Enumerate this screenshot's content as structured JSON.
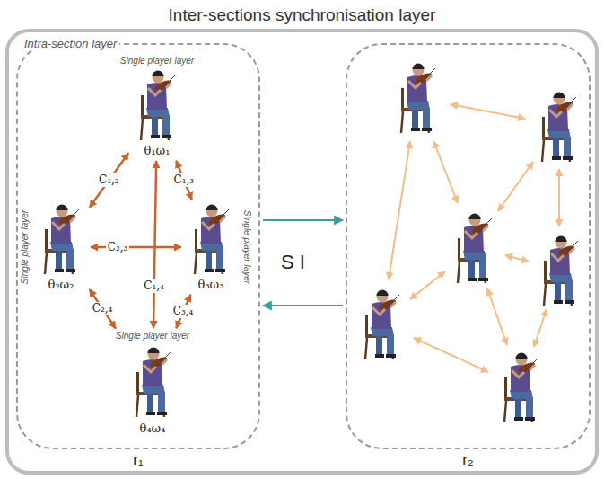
{
  "diagram": {
    "nodes": [
      {
        "text": [
          "Inter-sections synchronisation layer"
        ]
      },
      {
        "text": [
          "Intra-section layer",
          "r₁"
        ],
        "in": 0
      },
      {
        "text": [
          "r₂"
        ],
        "in": 0
      },
      {
        "text": [
          "Single player layer",
          "θ₁ω₁"
        ],
        "in": 1
      },
      {
        "text": [
          "Single player layer",
          "θ₂ω₂"
        ],
        "in": 1
      },
      {
        "text": [
          "Single player layer",
          "θ₃ω₃"
        ],
        "in": 1
      },
      {
        "text": [
          "Single player layer",
          "θ₄ω₄"
        ],
        "in": 1
      }
    ],
    "edges": [
      {
        "from": 3,
        "to": 4,
        "arrow": "both",
        "label": "C₁,₂"
      },
      {
        "from": 3,
        "to": 5,
        "arrow": "both",
        "label": "C₁,₃"
      },
      {
        "from": 4,
        "to": 5,
        "arrow": "both",
        "label": "C₂,₃"
      },
      {
        "from": 3,
        "to": 6,
        "arrow": "both",
        "label": "C₁,₄"
      },
      {
        "from": 4,
        "to": 6,
        "arrow": "both",
        "label": "C₂,₄"
      },
      {
        "from": 5,
        "to": 6,
        "arrow": "both",
        "label": "C₃,₄"
      },
      {
        "from": 1,
        "to": 2,
        "arrow": "to"
      },
      {
        "from": 2,
        "to": 1,
        "arrow": "to"
      }
    ],
    "labels": [
      "S I"
    ]
  }
}
